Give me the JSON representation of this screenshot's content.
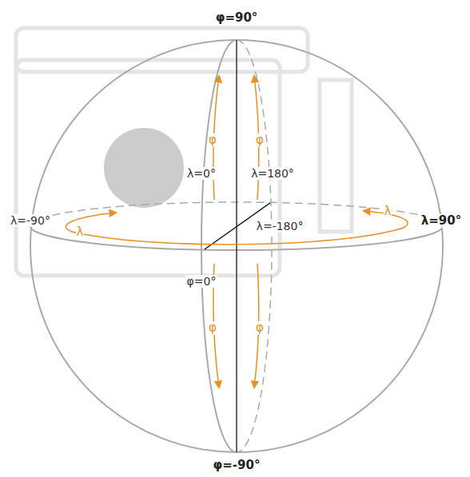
{
  "diagram": {
    "labels": [
      "φ=90°",
      "λ=0°",
      "λ=180°",
      "λ=-90°",
      "λ=-180°",
      "λ=90°",
      "φ=0°",
      "φ=-90°",
      "φ",
      "φ",
      "λ",
      "λ",
      "φ",
      "φ"
    ]
  }
}
